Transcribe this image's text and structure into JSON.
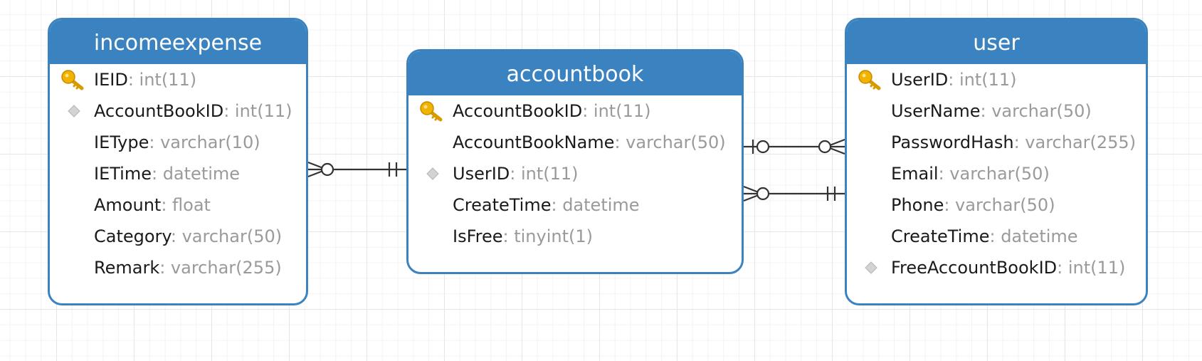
{
  "theme": {
    "entity_header": "#3a83c0",
    "entity_border": "#3a83c0",
    "field_name_color": "#1a1a1a",
    "field_type_color": "#9a9a9a",
    "primary_key_icon_color": "#f2b300",
    "foreign_key_icon_color": "#c8c8c8",
    "relationship_line": "#333333"
  },
  "entities": [
    {
      "name": "incomeexpense",
      "fields": [
        {
          "name": "IEID",
          "type": ": int(11)",
          "icon": "primary-key-icon"
        },
        {
          "name": "AccountBookID",
          "type": ": int(11)",
          "icon": "foreign-key-icon"
        },
        {
          "name": "IEType",
          "type": ": varchar(10)",
          "icon": ""
        },
        {
          "name": "IETime",
          "type": ": datetime",
          "icon": ""
        },
        {
          "name": "Amount",
          "type": ": float",
          "icon": ""
        },
        {
          "name": "Category",
          "type": ": varchar(50)",
          "icon": ""
        },
        {
          "name": "Remark",
          "type": ": varchar(255)",
          "icon": ""
        }
      ]
    },
    {
      "name": "accountbook",
      "fields": [
        {
          "name": "AccountBookID",
          "type": ": int(11)",
          "icon": "primary-key-icon"
        },
        {
          "name": "AccountBookName",
          "type": ": varchar(50)",
          "icon": ""
        },
        {
          "name": "UserID",
          "type": ": int(11)",
          "icon": "foreign-key-icon"
        },
        {
          "name": "CreateTime",
          "type": ": datetime",
          "icon": ""
        },
        {
          "name": "IsFree",
          "type": ": tinyint(1)",
          "icon": ""
        }
      ]
    },
    {
      "name": "user",
      "fields": [
        {
          "name": "UserID",
          "type": ": int(11)",
          "icon": "primary-key-icon"
        },
        {
          "name": "UserName",
          "type": ": varchar(50)",
          "icon": ""
        },
        {
          "name": "PasswordHash",
          "type": ": varchar(255)",
          "icon": ""
        },
        {
          "name": "Email",
          "type": ": varchar(50)",
          "icon": ""
        },
        {
          "name": "Phone",
          "type": ": varchar(50)",
          "icon": ""
        },
        {
          "name": "CreateTime",
          "type": ": datetime",
          "icon": ""
        },
        {
          "name": "FreeAccountBookID",
          "type": ": int(11)",
          "icon": "foreign-key-icon"
        }
      ]
    }
  ],
  "relationships": [
    {
      "from": "incomeexpense",
      "from_cardinality": "zero-or-many",
      "to": "accountbook",
      "to_cardinality": "exactly-one"
    },
    {
      "from": "accountbook",
      "from_cardinality": "zero-or-one",
      "to": "user",
      "to_cardinality": "zero-or-many"
    },
    {
      "from": "accountbook",
      "from_cardinality": "zero-or-many",
      "to": "user",
      "to_cardinality": "exactly-one"
    }
  ]
}
